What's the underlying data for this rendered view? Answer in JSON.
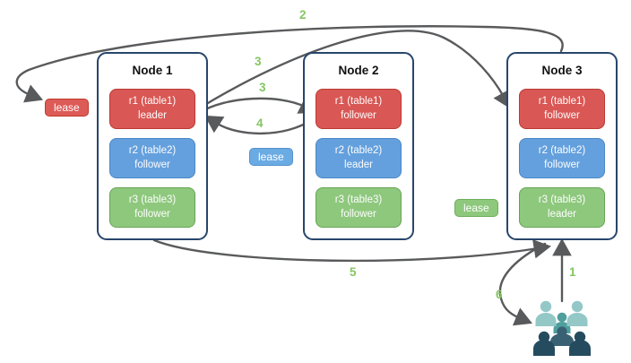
{
  "nodes": [
    {
      "title": "Node 1",
      "replicas": [
        {
          "range": "r1 (table1)",
          "role": "leader",
          "color": "red"
        },
        {
          "range": "r2 (table2)",
          "role": "follower",
          "color": "blue"
        },
        {
          "range": "r3 (table3)",
          "role": "follower",
          "color": "green"
        }
      ]
    },
    {
      "title": "Node 2",
      "replicas": [
        {
          "range": "r1 (table1)",
          "role": "follower",
          "color": "red"
        },
        {
          "range": "r2 (table2)",
          "role": "leader",
          "color": "blue"
        },
        {
          "range": "r3 (table3)",
          "role": "follower",
          "color": "green"
        }
      ]
    },
    {
      "title": "Node 3",
      "replicas": [
        {
          "range": "r1 (table1)",
          "role": "follower",
          "color": "red"
        },
        {
          "range": "r2 (table2)",
          "role": "follower",
          "color": "blue"
        },
        {
          "range": "r3 (table3)",
          "role": "leader",
          "color": "green"
        }
      ]
    }
  ],
  "leases": {
    "red": {
      "label": "lease"
    },
    "blue": {
      "label": "lease"
    },
    "green": {
      "label": "lease"
    }
  },
  "steps": {
    "s1": "1",
    "s2": "2",
    "s3a": "3",
    "s3b": "3",
    "s4": "4",
    "s5": "5",
    "s6": "6"
  },
  "icon": {
    "name": "users-group-icon"
  },
  "colors": {
    "replica_red": "#d95754",
    "replica_blue": "#64a0dd",
    "replica_green": "#8ec87d",
    "lease_red": "#dd5b57",
    "lease_blue": "#6babe3",
    "lease_green": "#8ec87d",
    "node_border": "#27466b",
    "arrow_gray": "#595a5c",
    "step_green": "#85c561",
    "icon_light_teal": "#93c8c7",
    "icon_mid_teal": "#4e9f9d",
    "icon_slate": "#3a6073",
    "icon_navy": "#254b5f"
  }
}
